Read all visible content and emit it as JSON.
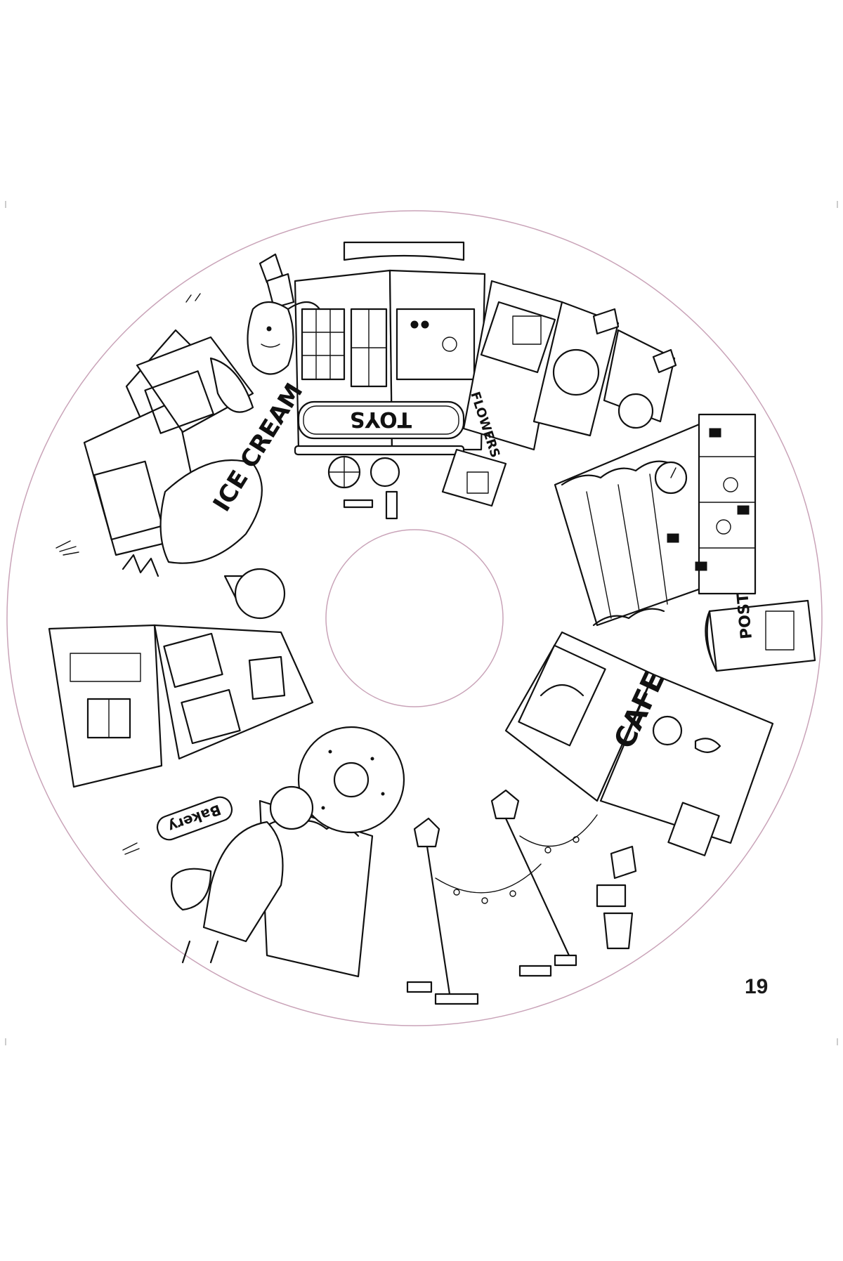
{
  "page": {
    "number": "19",
    "colors": {
      "disc_outline": "#c9a3b8",
      "ink": "#111111",
      "paper": "#ffffff"
    }
  },
  "shops": {
    "toys": {
      "sign": "TOYS"
    },
    "flowers": {
      "sign": "FLOWERS"
    },
    "ice_cream": {
      "sign": "ICE CREAM"
    },
    "post": {
      "sign": "POST"
    },
    "cafe": {
      "sign": "CAFE"
    },
    "bakery": {
      "sign": "Bakery"
    }
  }
}
